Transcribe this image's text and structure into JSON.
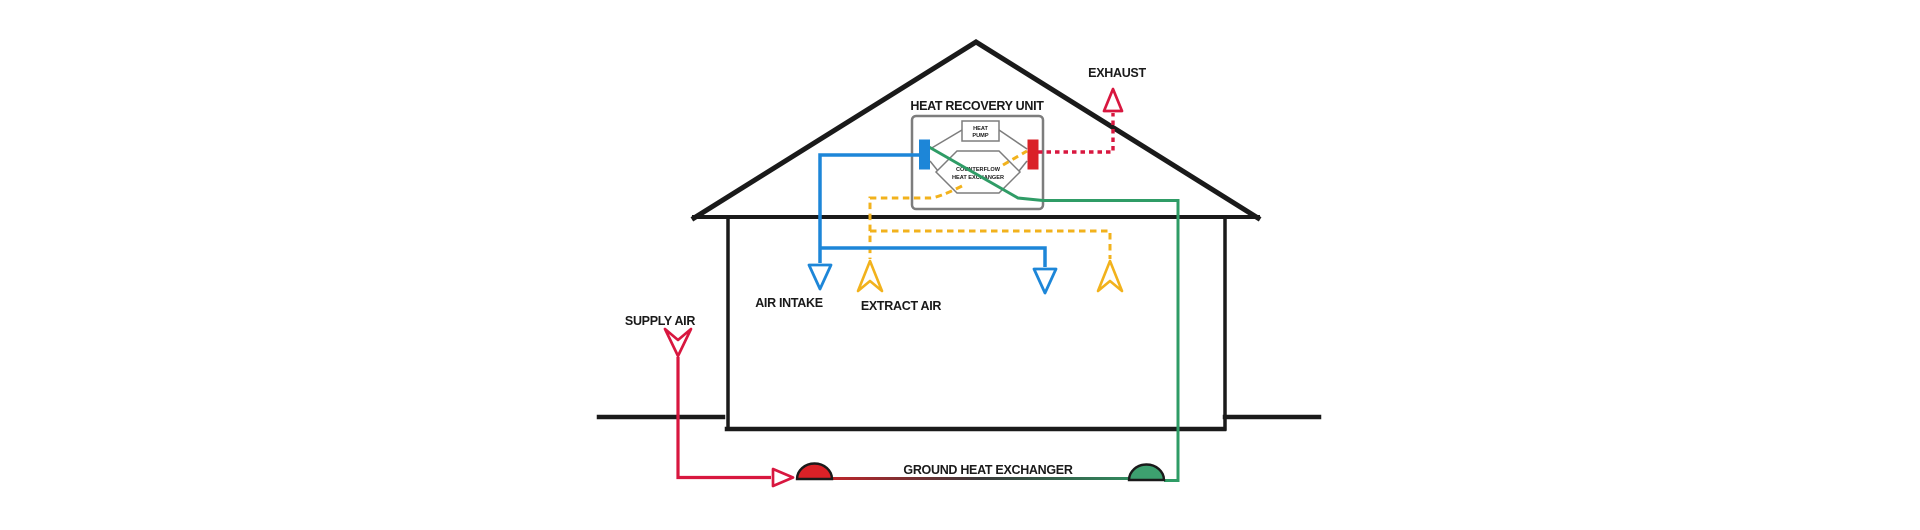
{
  "colors": {
    "red": "#d8173f",
    "blue": "#1d86d8",
    "yellow": "#f2b21c",
    "green": "#2f9c66",
    "red_fill": "#da2127",
    "blue_fill": "#1d86d8",
    "green_fill": "#3da06f",
    "pipe_mid": "#3a3a3a",
    "outline_black": "#1a1a1a",
    "unit_gray": "#7d7d7d",
    "text": "#1a1a1a",
    "background": "#ffffff"
  },
  "labels": {
    "heat_recovery_unit": "HEAT RECOVERY UNIT",
    "heat_pump_line1": "HEAT",
    "heat_pump_line2": "PUMP",
    "counterflow_line1": "COUNTERFLOW",
    "counterflow_line2": "HEAT EXCHANGER",
    "exhaust": "EXHAUST",
    "air_intake": "AIR INTAKE",
    "extract_air": "EXTRACT AIR",
    "supply_air": "SUPPLY AIR",
    "ground_heat_exchanger": "GROUND HEAT EXCHANGER"
  },
  "icons": {
    "exhaust_arrow": "open-triangle-up",
    "air_intake_arrows": "open-triangle-down",
    "extract_air_arrows": "chevron-arrow-up",
    "supply_air_arrow": "chevron-arrow-down",
    "ground_flow_arrow": "open-triangle-right"
  }
}
